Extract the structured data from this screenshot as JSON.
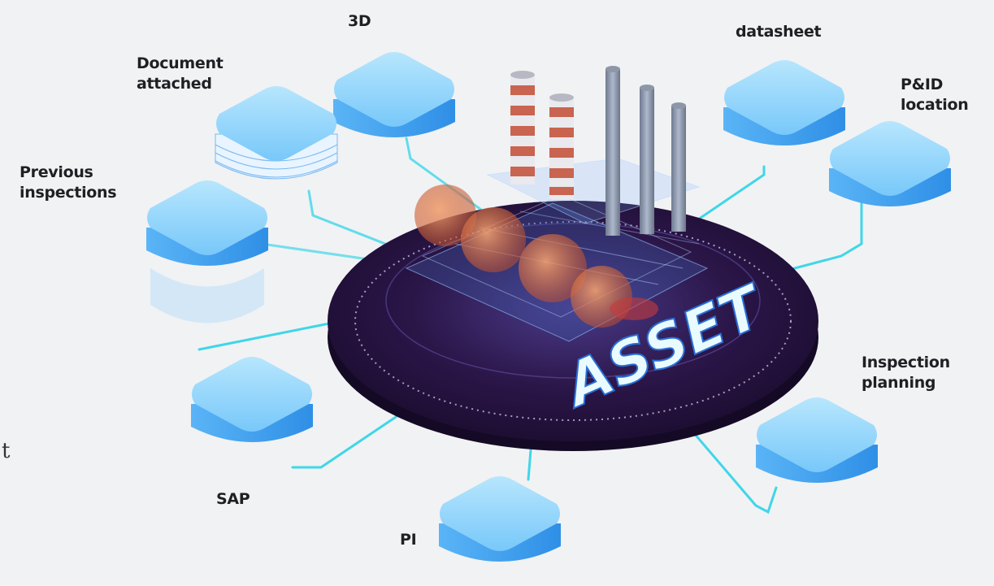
{
  "labels": {
    "three_d": "3D",
    "document_attached": "Document\nattached",
    "datasheet": "datasheet",
    "pid_location": "P&ID\nlocation",
    "previous_inspections": "Previous\ninspections",
    "inspection_planning": "Inspection\nplanning",
    "sap": "SAP",
    "pi": "PI",
    "asset": "ASSET",
    "edge_fragment": "t"
  },
  "colors": {
    "background": "#f1f2f4",
    "node_top": "#8fd3fb",
    "node_side": "#3f9ff0",
    "connector": "#3fd6e8",
    "platform": "#2b1648",
    "asset_text": "#e9fbff"
  }
}
